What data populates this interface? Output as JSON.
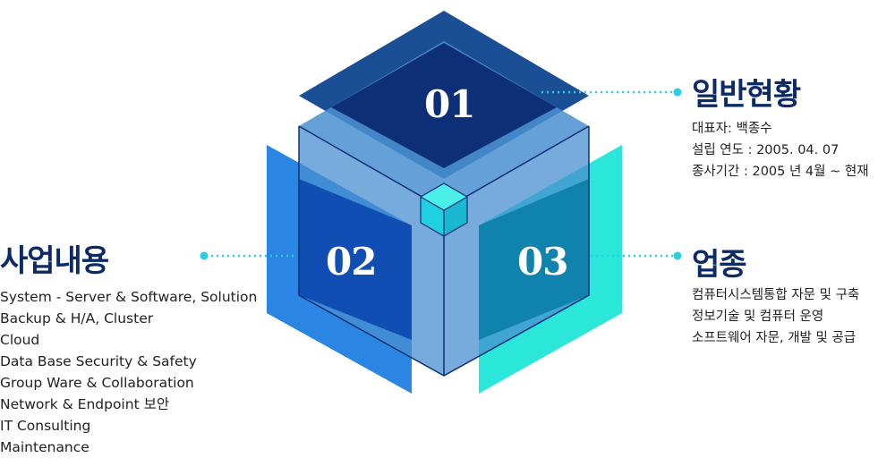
{
  "diagram": {
    "blocks": [
      {
        "number": "01",
        "title": "일반현황",
        "items": [
          "대표자: 백종수",
          "설립 연도 : 2005. 04. 07",
          "종사기간 : 2005 년 4월 ~ 현재"
        ]
      },
      {
        "number": "02",
        "title": "사업내용",
        "items": [
          "System - Server & Software, Solution",
          "Backup & H/A, Cluster",
          "Cloud",
          "Data Base Security & Safety",
          "Group Ware & Collaboration",
          "Network & Endpoint 보안",
          "IT Consulting",
          "Maintenance"
        ]
      },
      {
        "number": "03",
        "title": "업종",
        "items": [
          "컴퓨터시스템통합 자문 및 구축",
          "정보기술 및 컴퓨터 운영",
          "소프트웨어 자문, 개발 및 공급"
        ]
      }
    ]
  },
  "colors": {
    "navy": "#0d2f78",
    "top_outer": "#1b4f95",
    "left_panel": "#1f7fe0",
    "right_panel": "#1fe6d8",
    "cube_face": "#4a8fd0",
    "connector": "#1fd0e0",
    "heading": "#0b2a66"
  }
}
